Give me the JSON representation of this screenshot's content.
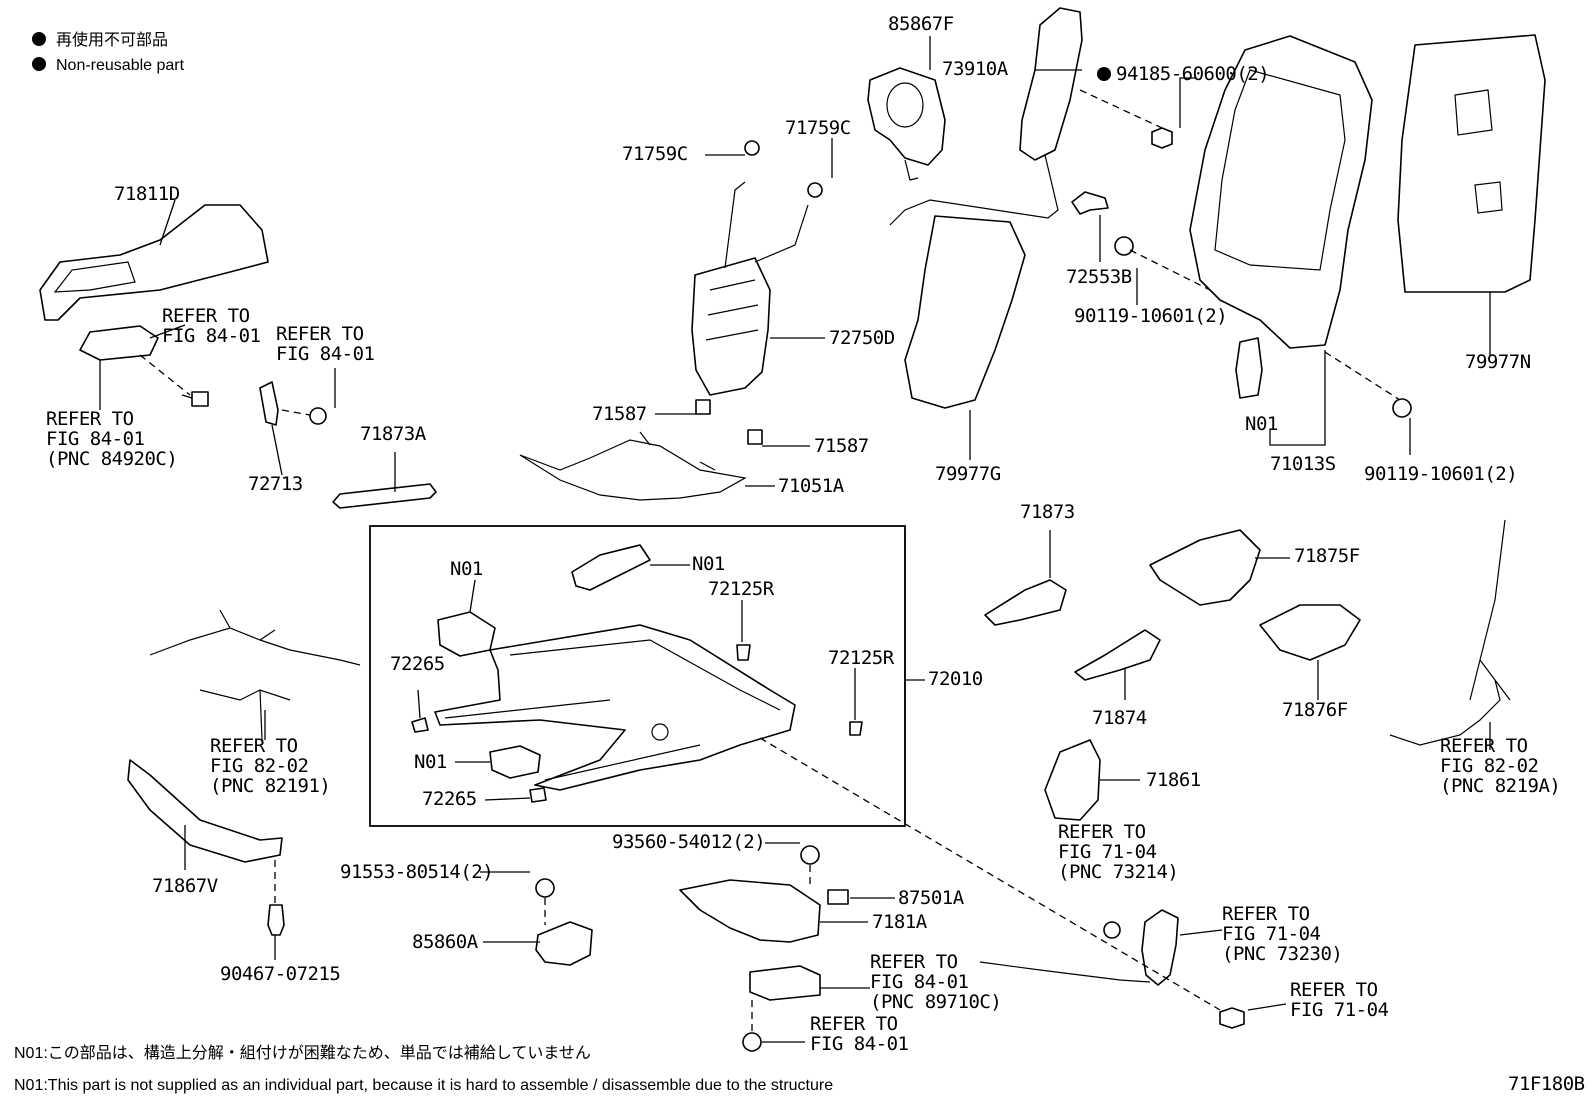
{
  "legend": {
    "jp": "再使用不可部品",
    "en": "Non-reusable part"
  },
  "labels": {
    "p85867F": "85867F",
    "p73910A": "73910A",
    "p94185": "94185-60600(2)",
    "p71759C_a": "71759C",
    "p71759C_b": "71759C",
    "p71811D": "71811D",
    "p72750D": "72750D",
    "p72553B": "72553B",
    "p90119_a": "90119-10601(2)",
    "p79977N": "79977N",
    "p71587_a": "71587",
    "p71587_b": "71587",
    "p71051A": "71051A",
    "p79977G": "79977G",
    "p71013S": "71013S",
    "pN01_seat": "N01",
    "p90119_b": "90119-10601(2)",
    "p72713": "72713",
    "p71873A": "71873A",
    "p71873": "71873",
    "p71875F": "71875F",
    "pN01_a": "N01",
    "pN01_b": "N01",
    "pN01_c": "N01",
    "p72125R_a": "72125R",
    "p72125R_b": "72125R",
    "p72010": "72010",
    "p72265_a": "72265",
    "p72265_b": "72265",
    "p71874": "71874",
    "p71876F": "71876F",
    "p71861": "71861",
    "p93560": "93560-54012(2)",
    "p91553": "91553-80514(2)",
    "p87501A": "87501A",
    "p7181A": "7181A",
    "p85860A": "85860A",
    "p71867V": "71867V",
    "p90467": "90467-07215"
  },
  "refs": {
    "r1_l1": "REFER TO",
    "r1_l2": "FIG 84-01",
    "r2_l1": "REFER TO",
    "r2_l2": "FIG 84-01",
    "r3_l1": "REFER TO",
    "r3_l2": "FIG 84-01",
    "r3_l3": "(PNC 84920C)",
    "r4_l1": "REFER TO",
    "r4_l2": "FIG 82-02",
    "r4_l3": "(PNC 82191)",
    "r5_l1": "REFER TO",
    "r5_l2": "FIG 82-02",
    "r5_l3": "(PNC 8219A)",
    "r6_l1": "REFER TO",
    "r6_l2": "FIG 71-04",
    "r6_l3": "(PNC 73214)",
    "r7_l1": "REFER TO",
    "r7_l2": "FIG 71-04",
    "r7_l3": "(PNC 73230)",
    "r8_l1": "REFER TO",
    "r8_l2": "FIG 71-04",
    "r9_l1": "REFER TO",
    "r9_l2": "FIG 84-01",
    "r9_l3": "(PNC 89710C)",
    "r10_l1": "REFER TO",
    "r10_l2": "FIG 84-01"
  },
  "notes": {
    "jp": "N01:この部品は、構造上分解・組付けが困難なため、単品では補給していません",
    "en": "N01:This part is not supplied as an individual part, because it is hard to assemble / disassemble due to the structure"
  },
  "figure_id": "71F180B"
}
